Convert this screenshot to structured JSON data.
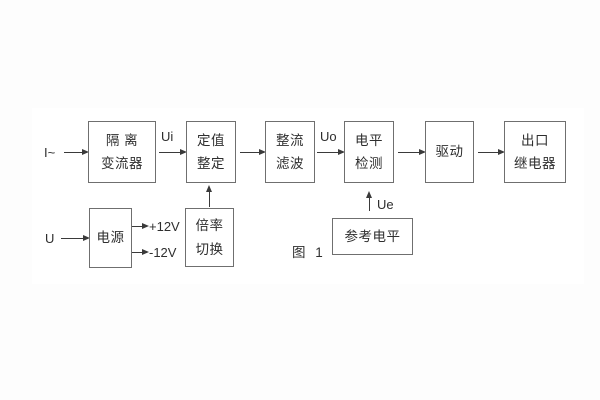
{
  "figure": {
    "caption": "图 1"
  },
  "colors": {
    "background": "#ffffff",
    "ink": "#2e2e2e",
    "box_border": "#6f6f6f",
    "line": "#3a3a3a"
  },
  "inputs": {
    "current": "I~",
    "voltage": "U"
  },
  "signals": {
    "ui": "Ui",
    "uo": "Uo",
    "ue": "Ue",
    "plus12": "+12V",
    "minus12": "-12V"
  },
  "blocks": {
    "isolation": {
      "line1": "隔 离",
      "line2": "变流器"
    },
    "setting": {
      "line1": "定值",
      "line2": "整定"
    },
    "rectifier": {
      "line1": "整流",
      "line2": "滤波"
    },
    "level": {
      "line1": "电平",
      "line2": "检测"
    },
    "drive": {
      "label": "驱动"
    },
    "output": {
      "line1": "出口",
      "line2": "继电器"
    },
    "power": {
      "label": "电源"
    },
    "ratio": {
      "line1": "倍率",
      "line2": "切换"
    },
    "reference": {
      "label": "参考电平"
    }
  }
}
